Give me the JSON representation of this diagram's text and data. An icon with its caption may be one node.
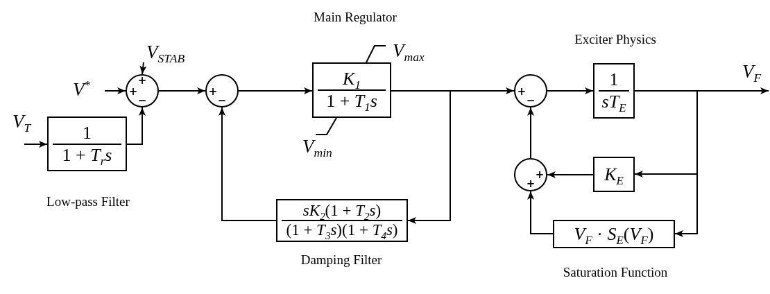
{
  "diagram": {
    "nodes": [
      {
        "text": [
          "1",
          "1 + *T*$_{r}$*s*"
        ],
        "beside": [
          "Low-pass Filter"
        ]
      },
      {
        "text": [
          "+",
          "+",
          "−"
        ]
      },
      {
        "text": [
          "+",
          "−"
        ]
      },
      {
        "text": [
          "*K*$_{1}$",
          "1 + *T*$_{1}$*s*"
        ],
        "beside": [
          "Main Regulator"
        ]
      },
      {
        "text": [
          "+",
          "−"
        ]
      },
      {
        "text": [
          "1",
          "*sT*$_{E}$"
        ],
        "beside": [
          "Exciter Physics"
        ]
      },
      {
        "text": [
          "*sK*$_{2}$(1 + *T*$_{2}$*s*)",
          "(1 + *T*$_{3}$*s*)(1 + *T*$_{4}$*s*)"
        ],
        "beside": [
          "Damping Filter"
        ]
      },
      {
        "text": [
          "+",
          "+"
        ]
      },
      {
        "text": [
          "*K*$_{E}$"
        ]
      },
      {
        "text": [
          "*V*$_{F}$ · *S*$_{E}$(*V*$_{F}$)"
        ],
        "beside": [
          "Saturation Function"
        ]
      },
      {
        "text": [
          "V$_{T}$"
        ]
      },
      {
        "text": [
          "V$^{*}$"
        ]
      },
      {
        "text": [
          "V$_{STAB}$"
        ]
      }
    ],
    "edges": [
      {
        "from": 10,
        "to": 0,
        "arrow": "to"
      },
      {
        "from": 0,
        "to": 1,
        "arrow": "to"
      },
      {
        "from": 11,
        "to": 1,
        "arrow": "to"
      },
      {
        "from": 12,
        "to": 1,
        "arrow": "to"
      },
      {
        "from": 1,
        "to": 2,
        "arrow": "to"
      },
      {
        "from": 2,
        "to": 3,
        "arrow": "to"
      },
      {
        "from": 3,
        "to": 4,
        "arrow": "to"
      },
      {
        "from": 3,
        "to": 6,
        "arrow": "to"
      },
      {
        "from": 6,
        "to": 2,
        "arrow": "to"
      },
      {
        "from": 4,
        "to": 5,
        "arrow": "to"
      },
      {
        "from": 5,
        "to": null,
        "arrow": "to",
        "label": "V$_{F}$"
      },
      {
        "from": 5,
        "to": 8,
        "arrow": "to"
      },
      {
        "from": 5,
        "to": 9,
        "arrow": "to"
      },
      {
        "from": 8,
        "to": 7,
        "arrow": "to"
      },
      {
        "from": 9,
        "to": 7,
        "arrow": "to"
      },
      {
        "from": 7,
        "to": 4,
        "arrow": "to"
      }
    ],
    "labels": [
      "V$_{max}$",
      "V$_{min}$"
    ]
  }
}
